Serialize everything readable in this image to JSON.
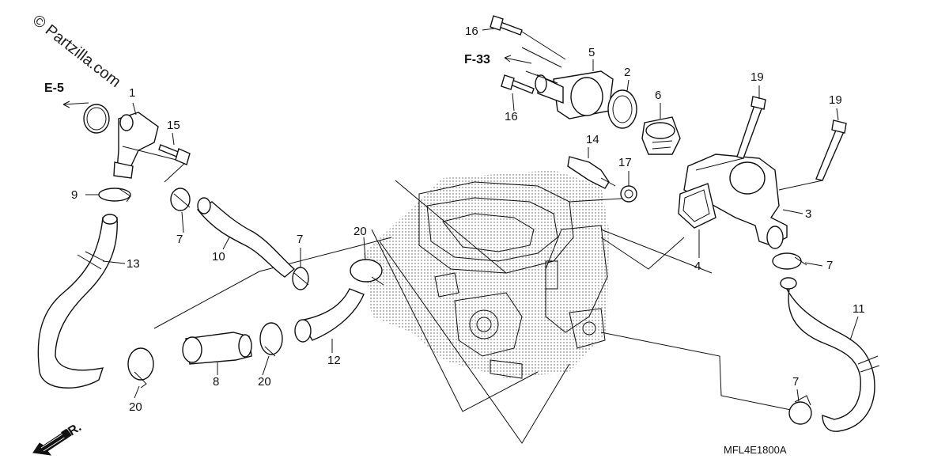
{
  "watermark": "© Partzilla.com",
  "diagram_code": "MFL4E1800A",
  "direction_label": "FR.",
  "references": [
    "E-5",
    "F-33"
  ],
  "part_numbers": [
    "1",
    "2",
    "3",
    "4",
    "5",
    "6",
    "7",
    "7",
    "7",
    "7",
    "8",
    "9",
    "10",
    "11",
    "12",
    "13",
    "14",
    "15",
    "16",
    "16",
    "17",
    "19",
    "19",
    "20",
    "20",
    "20"
  ]
}
